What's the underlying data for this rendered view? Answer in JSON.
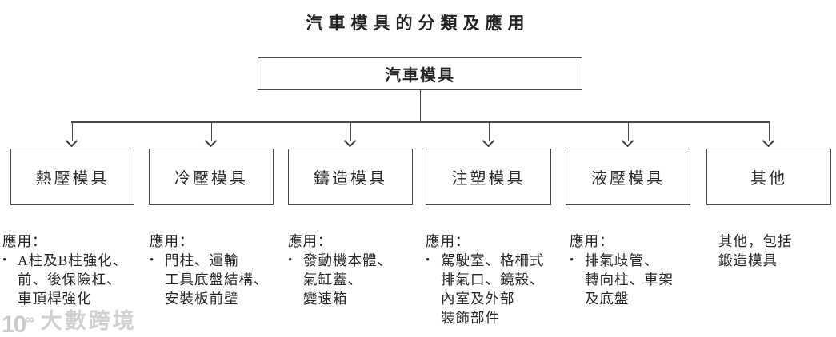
{
  "title": "汽車模具的分類及應用",
  "root": {
    "label": "汽車模具"
  },
  "categories": [
    {
      "name": "熱壓模具",
      "app_label": "應用：",
      "bullet": "•",
      "lines": [
        "A柱及B柱強化、",
        "前、後保險杠、",
        "車頂桿強化"
      ]
    },
    {
      "name": "冷壓模具",
      "app_label": "應用：",
      "bullet": "•",
      "lines": [
        "門柱、運輸",
        "工具底盤結構、",
        "安裝板前壁"
      ]
    },
    {
      "name": "鑄造模具",
      "app_label": "應用：",
      "bullet": "•",
      "lines": [
        "發動機本體、",
        "氣缸蓋、",
        "變速箱"
      ]
    },
    {
      "name": "注塑模具",
      "app_label": "應用：",
      "bullet": "•",
      "lines": [
        "駕駛室、格柵式",
        "排氣口、鏡殼、",
        "內室及外部",
        "裝飾部件"
      ]
    },
    {
      "name": "液壓模具",
      "app_label": "應用：",
      "bullet": "•",
      "lines": [
        "排氣歧管、",
        "轉向柱、車架",
        "及底盤"
      ]
    },
    {
      "name": "其他",
      "app_label": "",
      "bullet": "",
      "lines": [
        "其他，包括",
        "鍛造模具"
      ]
    }
  ],
  "watermark": {
    "logo_base": "10",
    "logo_sup": "∞",
    "text": "大數跨境"
  },
  "colors": {
    "line": "#4a4a4a",
    "text": "#262626",
    "watermark": "#c9c9c9"
  }
}
